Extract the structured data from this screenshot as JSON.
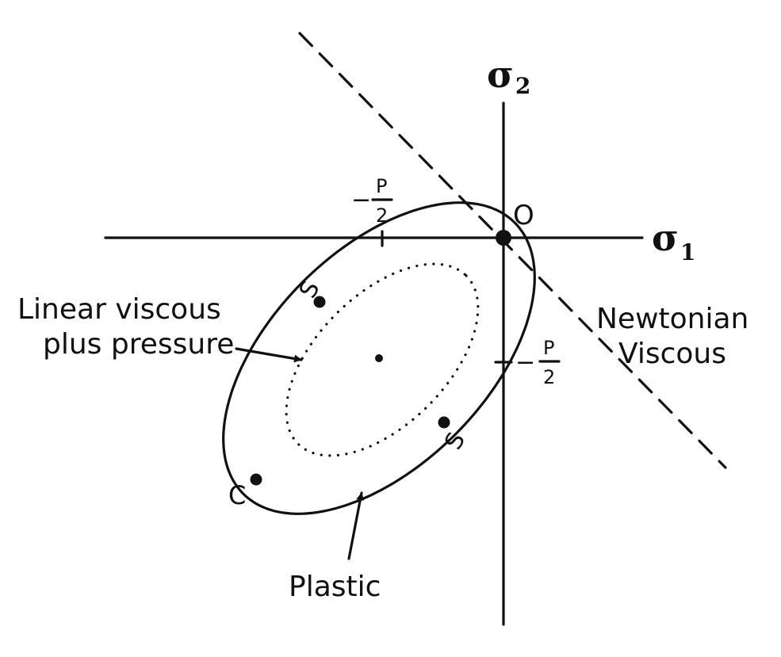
{
  "axes": {
    "x_symbol": "σ",
    "x_subscript": "1",
    "y_symbol": "σ",
    "y_subscript": "2",
    "origin_label": "O"
  },
  "ticks": {
    "x_sign": "−",
    "x_numerator": "P",
    "x_denominator": "2",
    "y_sign": "−",
    "y_numerator": "P",
    "y_denominator": "2"
  },
  "curves": {
    "newtonian_line1": "Newtonian",
    "newtonian_line2": "Viscous",
    "linear_line1": "Linear viscous",
    "linear_line2": "plus pressure",
    "plastic": "Plastic"
  },
  "points": {
    "s_upper": "S",
    "s_lower": "S",
    "c": "C"
  },
  "colors": {
    "ink": "#111111",
    "background": "#ffffff"
  }
}
